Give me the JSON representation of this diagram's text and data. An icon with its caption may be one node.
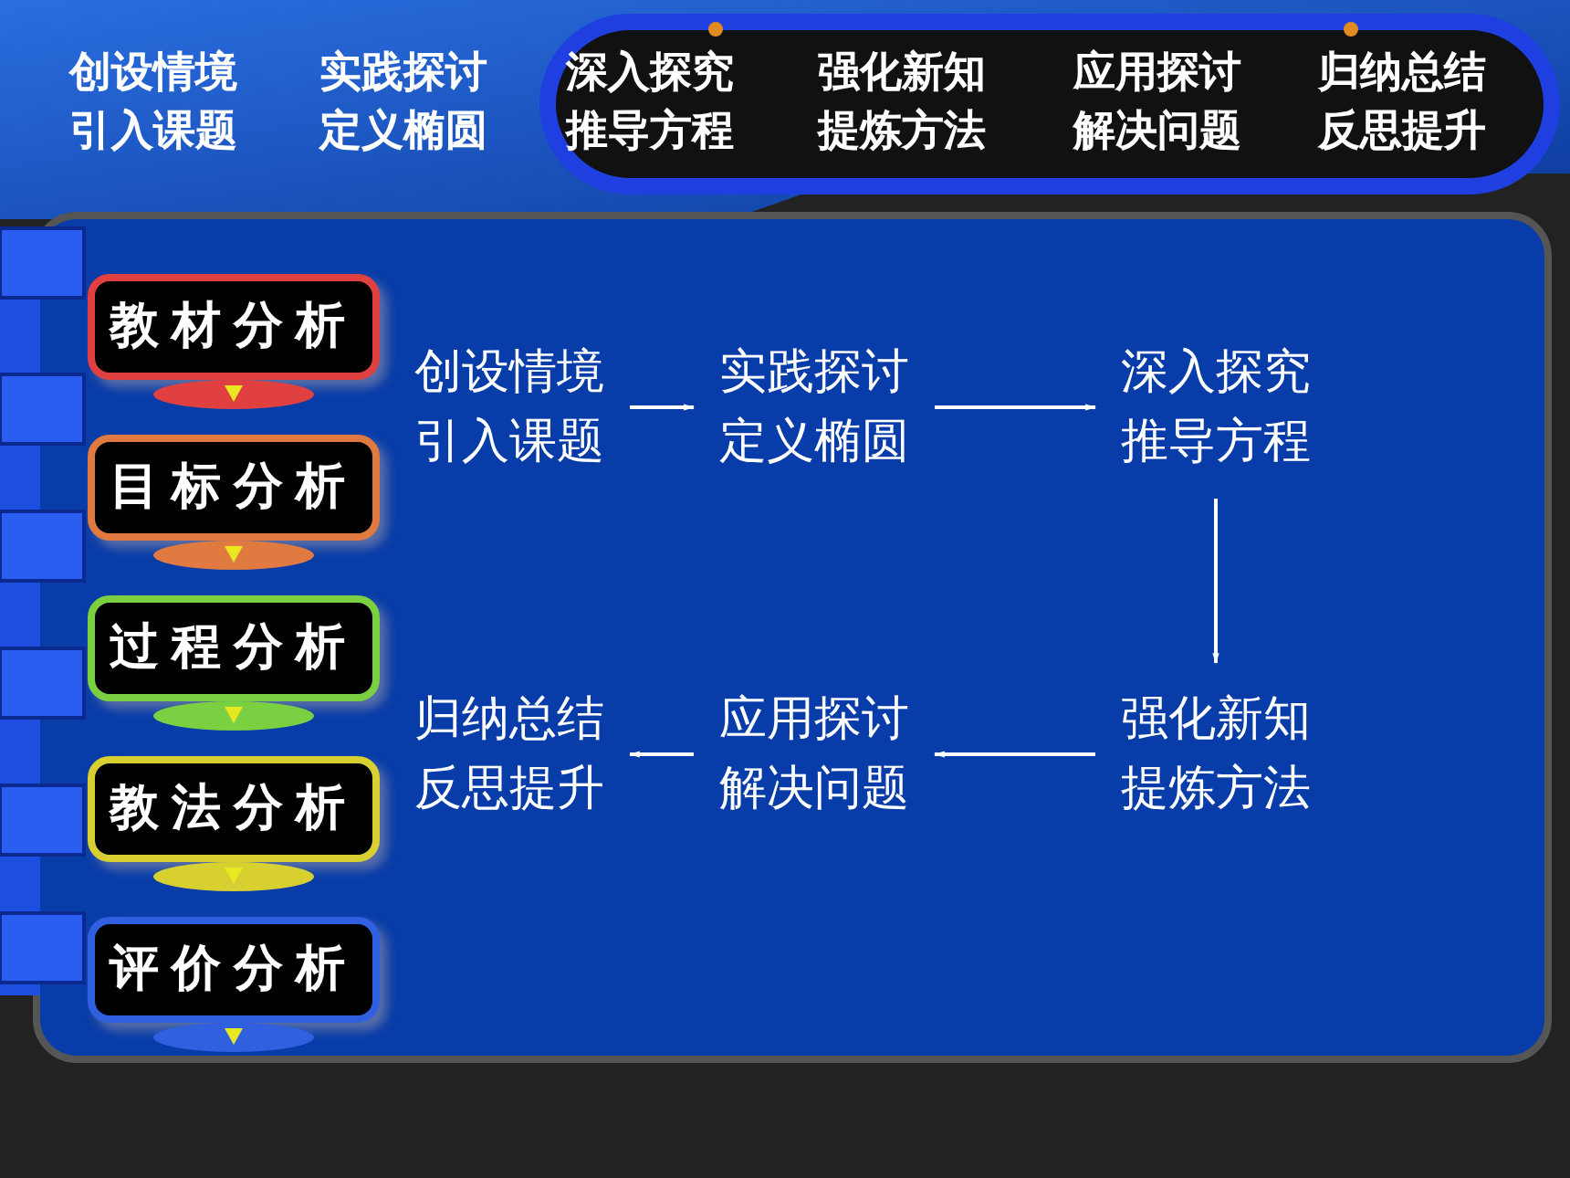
{
  "diagram": {
    "nodes": [
      {
        "text": [
          "创设情境引入课题"
        ]
      },
      {
        "text": [
          "实践探讨定义椭圆"
        ]
      },
      {
        "text": [
          "深入探究推导方程"
        ]
      },
      {
        "text": [
          "归纳总结反思提升"
        ]
      },
      {
        "text": [
          "应用探讨解决问题"
        ]
      },
      {
        "text": [
          "强化新知提炼方法"
        ]
      },
      {
        "text": [
          "教材分析"
        ]
      },
      {
        "text": [
          "目标分析"
        ]
      },
      {
        "text": [
          "过程分析"
        ]
      },
      {
        "text": [
          "教法分析"
        ]
      },
      {
        "text": [
          "评价分析"
        ]
      }
    ],
    "edges": [
      {
        "from": 0,
        "to": 1,
        "arrow": "to"
      },
      {
        "from": 1,
        "to": 2,
        "arrow": "to"
      },
      {
        "from": 2,
        "to": 5,
        "arrow": "to"
      },
      {
        "from": 5,
        "to": 4,
        "arrow": "to"
      },
      {
        "from": 4,
        "to": 3,
        "arrow": "to"
      }
    ],
    "labels": [
      "创设情境引入课题",
      "实践探讨定义椭圆",
      "深入探究推导方程",
      "强化新知提炼方法",
      "应用探讨解决问题",
      "归纳总结反思提升"
    ]
  }
}
